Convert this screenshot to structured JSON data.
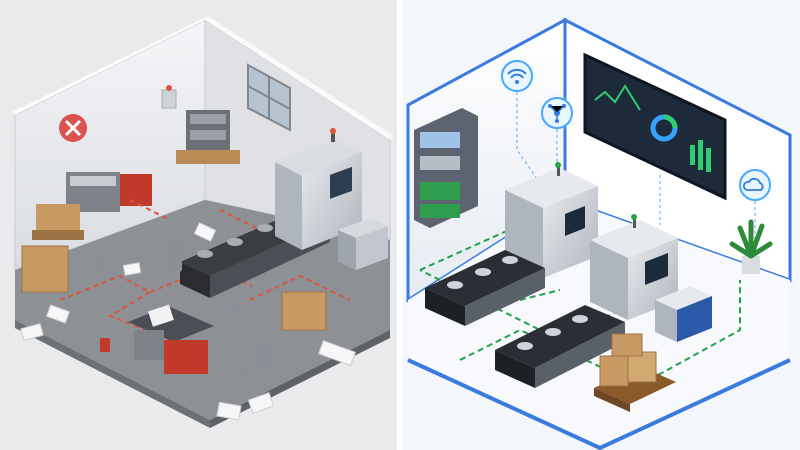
{
  "image": {
    "kind": "isometric illustration",
    "panels": [
      {
        "label": "",
        "theme": "cluttered-factory",
        "accent": "#d9534f"
      },
      {
        "label": "",
        "theme": "smart-factory",
        "accent": "#2f7de1"
      }
    ]
  },
  "colors": {
    "clutter_path": "#e0533a",
    "smart_path": "#22a34a",
    "frame": "#3b7be0",
    "screen": "#1c2a3a",
    "chart_green": "#2ecc71",
    "chart_blue": "#3aa0ff",
    "box_brown": "#c79a63"
  },
  "icons": [
    "error-x-icon",
    "wifi-icon",
    "network-nodes-icon",
    "cloud-icon"
  ]
}
